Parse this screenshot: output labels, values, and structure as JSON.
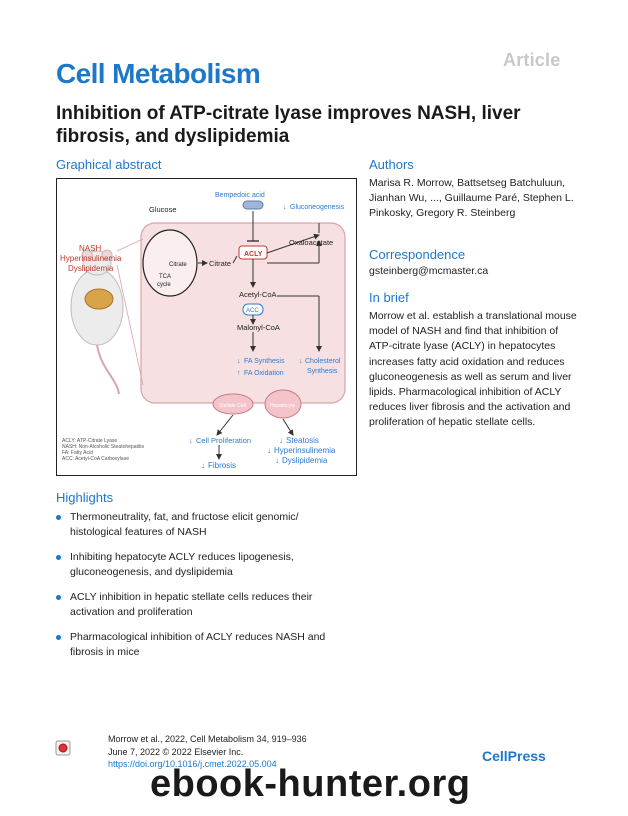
{
  "header": {
    "article_label": "Article",
    "journal": "Cell Metabolism",
    "title": "Inhibition of ATP-citrate lyase improves NASH, liver fibrosis, and dyslipidemia"
  },
  "graphical_abstract": {
    "heading": "Graphical abstract",
    "labels": {
      "bempedoic": "Bempedoic acid",
      "gluconeogenesis": "Gluconeogenesis",
      "glucose": "Glucose",
      "acly": "ACLY",
      "oxaloacetate": "Oxaloacetate",
      "citrate_in": "Citrate",
      "tca": "TCA",
      "cycle": "cycle",
      "citrate_out": "Citrate",
      "acetyl_coa": "Acetyl-CoA",
      "acc": "ACC",
      "malonyl_coa": "Malonyl-CoA",
      "fa_synthesis": "FA Synthesis",
      "fa_oxidation": "FA Oxidation",
      "cholesterol": "Cholesterol",
      "synthesis": "Synthesis",
      "stellate_cell": "Stellate Cell",
      "hepatocyte": "Hepatocyte",
      "cell_proliferation": "Cell Proliferation",
      "fibrosis": "Fibrosis",
      "steatosis": "Steatosis",
      "hyperinsulinemia_out": "Hyperinsulinemia",
      "dyslipidemia_out": "Dyslipidemia",
      "nash": "NASH",
      "hyperinsulinemia": "Hyperinsulinemia",
      "dyslipidemia": "Dyslipidemia",
      "arrow_down": "↓",
      "arrow_up": "↑"
    },
    "legend": [
      "ACLY: ATP-Citrate Lyase",
      "NASH: Non-Alcoholic Steatohepatitis",
      "FA: Fatty Acid",
      "ACC: Acetyl-CoA Carboxylase"
    ],
    "colors": {
      "cell_fill": "#f7e0e2",
      "cell_stroke": "#d9a3aa",
      "nash_red": "#c0392b",
      "arrow_blue": "#2a7bd0"
    }
  },
  "authors": {
    "heading": "Authors",
    "text": "Marisa R. Morrow, Battsetseg Batchuluun, Jianhan Wu, ..., Guillaume Paré, Stephen L. Pinkosky, Gregory R. Steinberg"
  },
  "correspondence": {
    "heading": "Correspondence",
    "email": "gsteinberg@mcmaster.ca"
  },
  "in_brief": {
    "heading": "In brief",
    "text": "Morrow et al. establish a translational mouse model of NASH and find that inhibition of ATP-citrate lyase (ACLY) in hepatocytes increases fatty acid oxidation and reduces gluconeogenesis as well as serum and liver lipids. Pharmacological inhibition of ACLY reduces liver fibrosis and the activation and proliferation of hepatic stellate cells."
  },
  "highlights": {
    "heading": "Highlights",
    "items": [
      "Thermoneutrality, fat, and fructose elicit genomic/ histological features of NASH",
      "Inhibiting hepatocyte ACLY reduces lipogenesis, gluconeogenesis, and dyslipidemia",
      "ACLY inhibition in hepatic stellate cells reduces their activation and proliferation",
      "Pharmacological inhibition of ACLY reduces NASH and fibrosis in mice"
    ]
  },
  "footer": {
    "citation_line1": "Morrow et al., 2022, Cell Metabolism 34, 919–936",
    "citation_line2": "June 7, 2022 © 2022 Elsevier Inc.",
    "doi": "https://doi.org/10.1016/j.cmet.2022.05.004",
    "publisher": "CellPress",
    "watermark": "ebook-hunter.org"
  }
}
